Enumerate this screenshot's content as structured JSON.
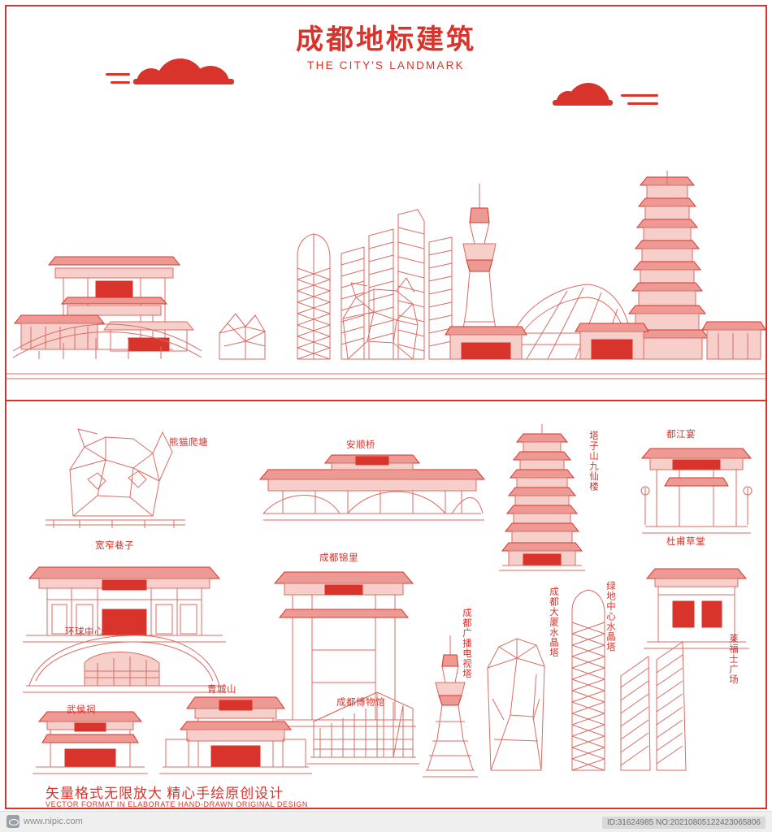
{
  "header": {
    "title_cn": "成都地标建筑",
    "title_en": "THE CITY'S LANDMARK"
  },
  "footer": {
    "tagline_cn": "矢量格式无限放大  精心手绘原创设计",
    "tagline_en": "VECTOR FORMAT IN ELABORATE HAND-DRAWN ORIGINAL DESIGN"
  },
  "watermark": {
    "site": "www.nipic.com",
    "id_text": "ID:31624985 NO:20210805122423065806",
    "logo_name": "nipic-logo"
  },
  "skyline": {
    "description": "成都地标建筑天际线剪影",
    "accent_color": "#d8342c",
    "line_color": "#dd6a62",
    "fill_light": "#f6cfcb",
    "fill_mid": "#ec9a93"
  },
  "catalogue": {
    "items": [
      {
        "id": "panda",
        "label": "熊猫爬塘",
        "orientation": "horizontal"
      },
      {
        "id": "anshun-bridge",
        "label": "安顺桥",
        "orientation": "horizontal"
      },
      {
        "id": "jiuxian-tower",
        "label": "塔子山九仙楼",
        "orientation": "vertical"
      },
      {
        "id": "dujiangyan",
        "label": "都江宴",
        "orientation": "horizontal"
      },
      {
        "id": "kuanzhai-alley",
        "label": "宽窄巷子",
        "orientation": "horizontal"
      },
      {
        "id": "dufu-cottage",
        "label": "杜甫草堂",
        "orientation": "horizontal"
      },
      {
        "id": "chengdu-jinli",
        "label": "成都锦里",
        "orientation": "horizontal"
      },
      {
        "id": "greenland-crystal-tower",
        "label": "绿地中心水晶塔",
        "orientation": "vertical"
      },
      {
        "id": "chengdu-mansion",
        "label": "成都大厦水晶塔",
        "orientation": "vertical"
      },
      {
        "id": "global-center",
        "label": "环球中心",
        "orientation": "horizontal"
      },
      {
        "id": "tv-tower",
        "label": "成都广播电视塔",
        "orientation": "vertical"
      },
      {
        "id": "raffles-square",
        "label": "莱福士广场",
        "orientation": "vertical"
      },
      {
        "id": "wuhou-shrine",
        "label": "武侯祠",
        "orientation": "horizontal"
      },
      {
        "id": "qingcheng-mountain",
        "label": "青城山",
        "orientation": "horizontal"
      },
      {
        "id": "chengdu-museum",
        "label": "成都博物馆",
        "orientation": "horizontal"
      }
    ]
  }
}
